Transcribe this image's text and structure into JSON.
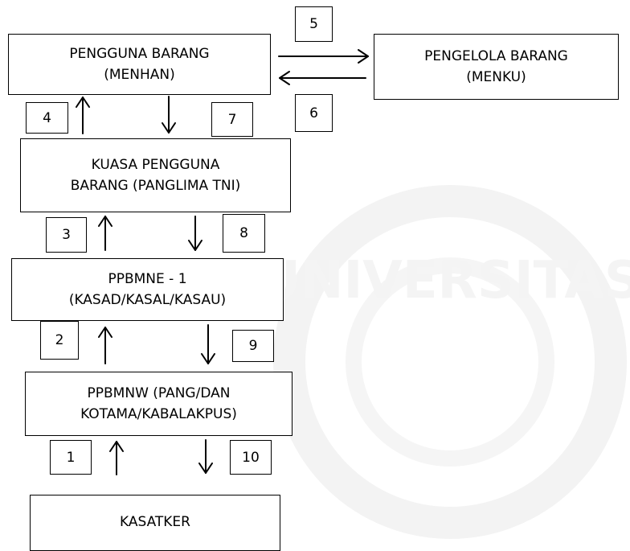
{
  "watermark": {
    "text": "UNIVERSITAS"
  },
  "boxes": {
    "pengguna": {
      "line1": "PENGGUNA BARANG",
      "line2": "(MENHAN)"
    },
    "pengelola": {
      "line1": "PENGELOLA BARANG",
      "line2": "(MENKU)"
    },
    "kuasa": {
      "line1": "KUASA PENGGUNA",
      "line2": "BARANG (PANGLIMA TNI)"
    },
    "ppbmne": {
      "line1": "PPBMNE - 1",
      "line2": "(KASAD/KASAL/KASAU)"
    },
    "ppbmnw": {
      "line1": "PPBMNW (PANG/DAN",
      "line2": "KOTAMA/KABALAKPUS)"
    },
    "kasatker": {
      "line1": "KASATKER"
    }
  },
  "steps": {
    "s1": "1",
    "s2": "2",
    "s3": "3",
    "s4": "4",
    "s5": "5",
    "s6": "6",
    "s7": "7",
    "s8": "8",
    "s9": "9",
    "s10": "10"
  }
}
